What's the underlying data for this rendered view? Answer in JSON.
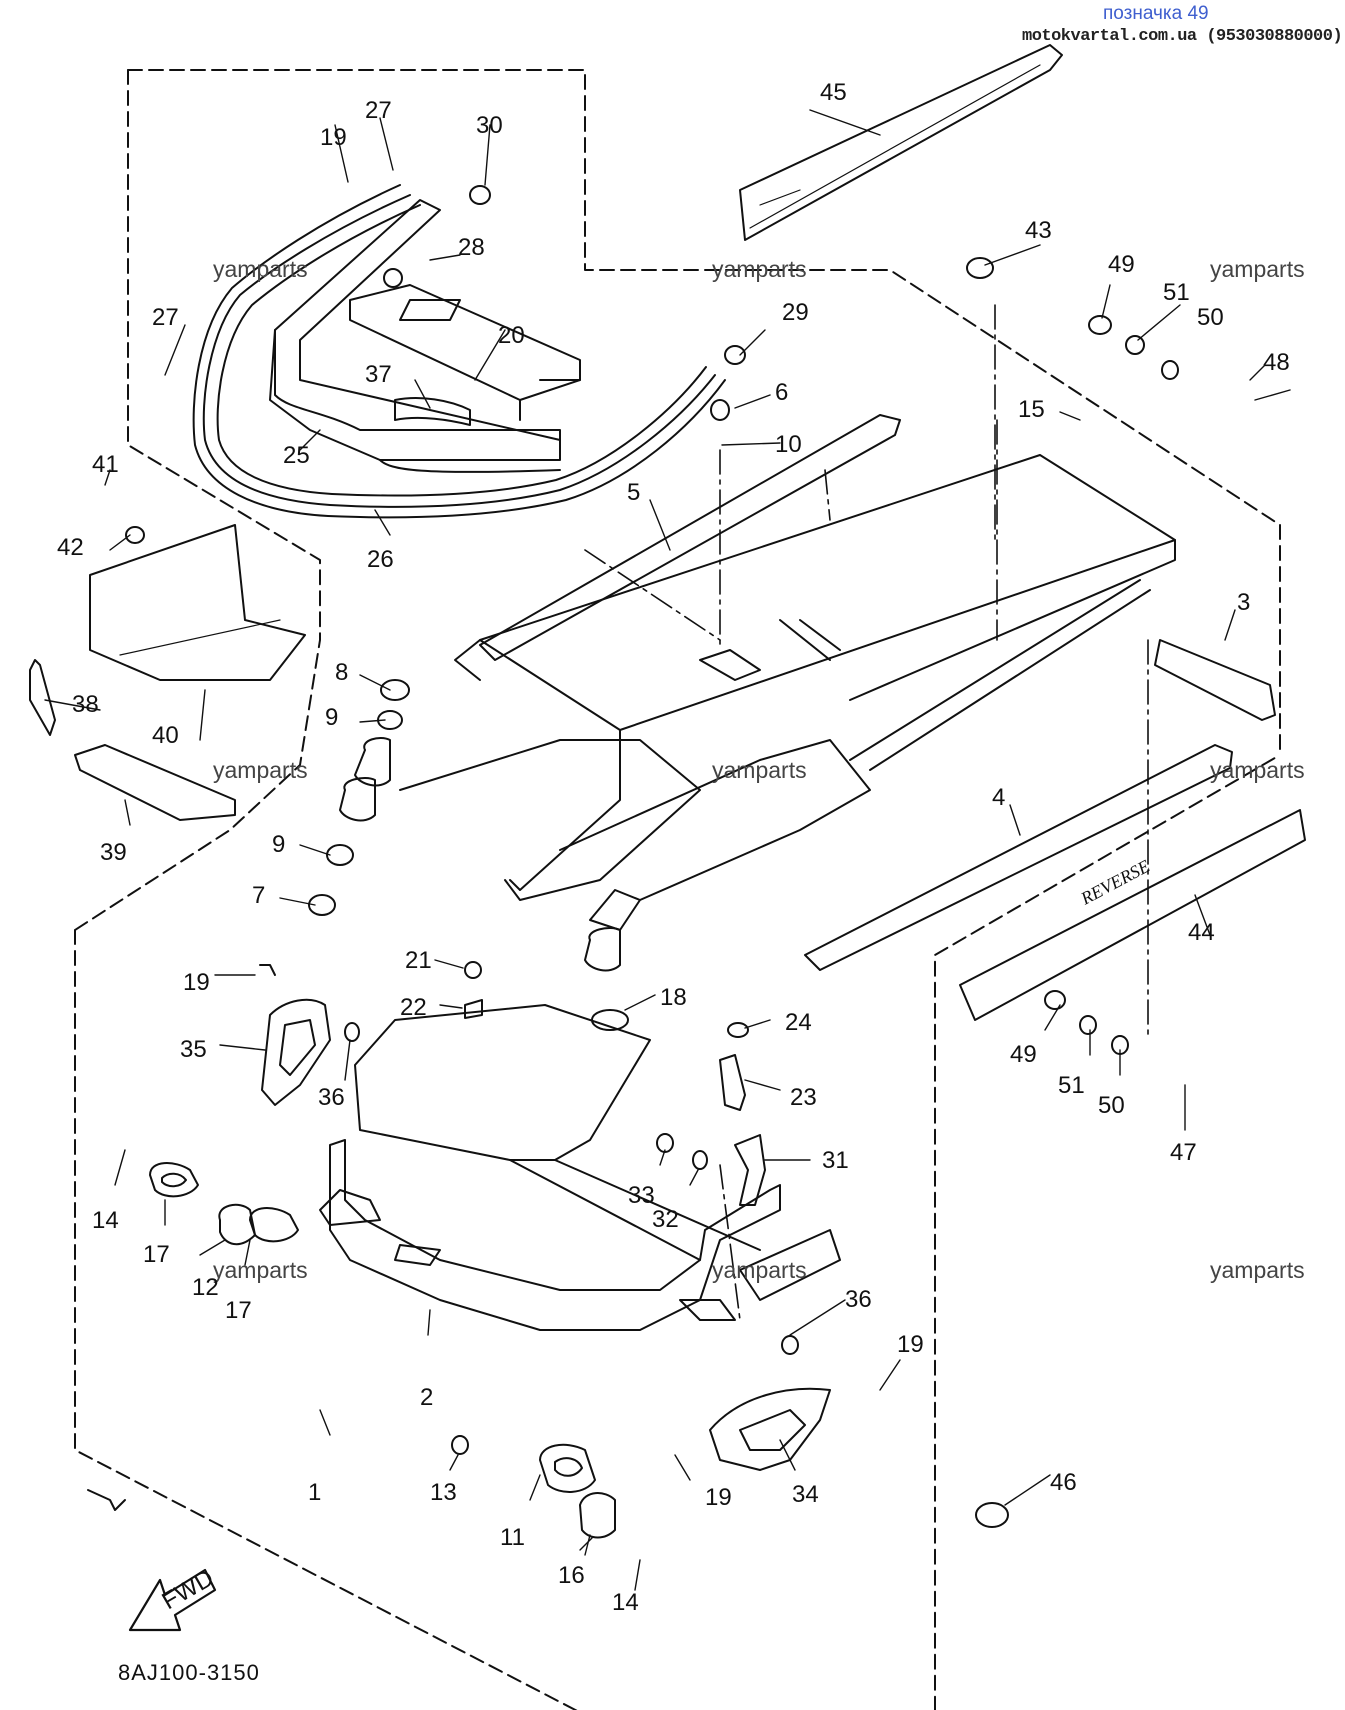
{
  "header": {
    "title": "позначка 49",
    "site": "motokvartal.com.ua (953030880000)"
  },
  "watermark": "yamparts",
  "diagram_code": "8AJ100-3150",
  "fwd_label": "FWD",
  "decal_text": "REVERSE",
  "labels": {
    "l1": "1",
    "l2": "2",
    "l3": "3",
    "l4": "4",
    "l5": "5",
    "l6": "6",
    "l7": "7",
    "l8": "8",
    "l9a": "9",
    "l9b": "9",
    "l10": "10",
    "l11": "11",
    "l12": "12",
    "l13": "13",
    "l14a": "14",
    "l14b": "14",
    "l15": "15",
    "l16": "16",
    "l17a": "17",
    "l17b": "17",
    "l18": "18",
    "l19a": "19",
    "l19b": "19",
    "l19c": "19",
    "l19d": "19",
    "l20": "20",
    "l21": "21",
    "l22": "22",
    "l23": "23",
    "l24": "24",
    "l25": "25",
    "l26": "26",
    "l27a": "27",
    "l27b": "27",
    "l28": "28",
    "l29": "29",
    "l30": "30",
    "l31": "31",
    "l32": "32",
    "l33": "33",
    "l34": "34",
    "l35": "35",
    "l36a": "36",
    "l36b": "36",
    "l37": "37",
    "l38": "38",
    "l39": "39",
    "l40": "40",
    "l41": "41",
    "l42": "42",
    "l43": "43",
    "l44": "44",
    "l45": "45",
    "l46": "46",
    "l47": "47",
    "l48": "48",
    "l49a": "49",
    "l49b": "49",
    "l50a": "50",
    "l50b": "50",
    "l51a": "51",
    "l51b": "51"
  },
  "colors": {
    "ink": "#111111",
    "header_title": "#3f5fcf",
    "watermark": "#444444"
  }
}
